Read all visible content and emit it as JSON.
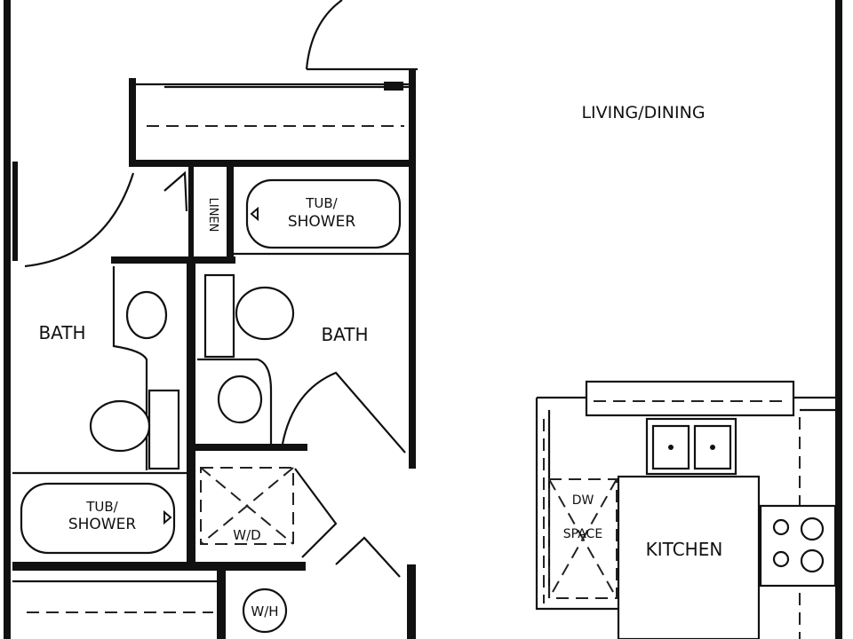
{
  "rooms": {
    "living_dining": "LIVING/DINING",
    "bath_left": "BATH",
    "bath_right": "BATH",
    "kitchen": "KITCHEN"
  },
  "fixtures": {
    "tub_shower_top_line1": "TUB/",
    "tub_shower_top_line2": "SHOWER",
    "tub_shower_bottom_line1": "TUB/",
    "tub_shower_bottom_line2": "SHOWER",
    "linen": "LINEN",
    "washer_dryer": "W/D",
    "water_heater": "W/H",
    "dishwasher_line1": "DW",
    "dishwasher_line2": "SPACE"
  }
}
